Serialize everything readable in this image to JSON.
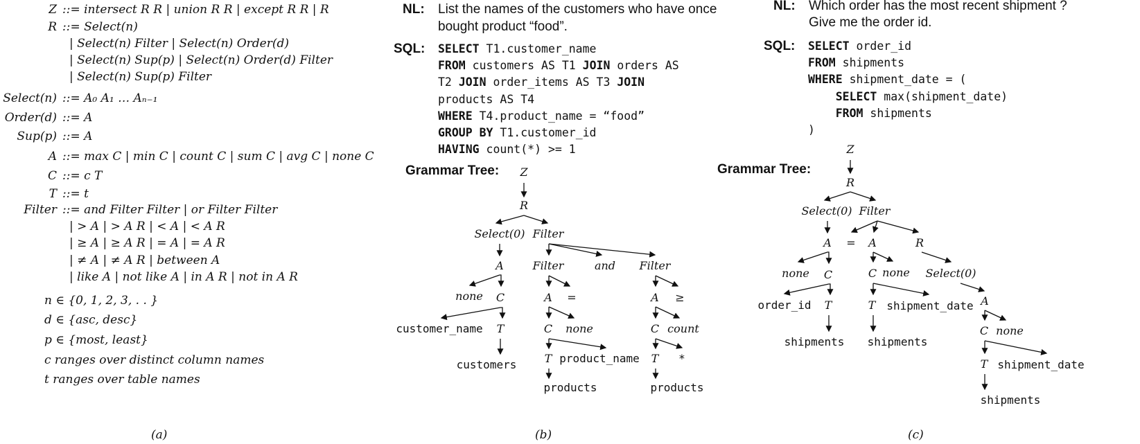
{
  "panel_a": {
    "caption": "(a)",
    "rules": [
      {
        "lhs": "Z",
        "rhs": "::= intersect R R | union R R | except R R | R"
      },
      {
        "lhs": "R",
        "rhs": "::= Select(n)"
      },
      {
        "lhs": "",
        "rhs": "| Select(n) Filter  | Select(n) Order(d)"
      },
      {
        "lhs": "",
        "rhs": "| Select(n) Sup(p) | Select(n) Order(d) Filter"
      },
      {
        "lhs": "",
        "rhs": "| Select(n) Sup(p) Filter"
      },
      {
        "lhs": "Select(n)",
        "rhs": "::= A₀ A₁ … Aₙ₋₁"
      },
      {
        "lhs": "Order(d)",
        "rhs": "::= A"
      },
      {
        "lhs": "Sup(p)",
        "rhs": "::= A"
      },
      {
        "lhs": "A",
        "rhs": "::= max C | min C | count C | sum C | avg C | none C"
      },
      {
        "lhs": "C",
        "rhs": "::= c T"
      },
      {
        "lhs": "T",
        "rhs": "::= t"
      },
      {
        "lhs": "Filter",
        "rhs": "::= and Filter Filter | or Filter Filter"
      },
      {
        "lhs": "",
        "rhs": "| > A  | > A R  | < A  | < A R"
      },
      {
        "lhs": "",
        "rhs": "| ≥ A  | ≥ A R  | = A  | = A R"
      },
      {
        "lhs": "",
        "rhs": "| ≠ A  | ≠ A R  | between A"
      },
      {
        "lhs": "",
        "rhs": "| like A  | not like A | in A R | not in A R"
      }
    ],
    "domains": [
      "n ∈ {0, 1, 2, 3, . . }",
      "d ∈ {asc, desc}",
      "p ∈ {most, least}",
      "c ranges over distinct column names",
      "t ranges over table names"
    ]
  },
  "panel_b": {
    "caption": "(b)",
    "nl_label": "NL:",
    "nl_lines": [
      "List the names of the customers who have once",
      "bought product “food”."
    ],
    "sql_label": "SQL:",
    "sql_lines": [
      [
        {
          "k": "SELECT"
        },
        {
          "t": " T1.customer_name"
        }
      ],
      [
        {
          "k": "FROM"
        },
        {
          "t": " customers AS T1 "
        },
        {
          "k": "JOIN"
        },
        {
          "t": " orders AS"
        }
      ],
      [
        {
          "t": "T2 "
        },
        {
          "k": "JOIN"
        },
        {
          "t": " order_items AS T3 "
        },
        {
          "k": "JOIN"
        }
      ],
      [
        {
          "t": "products AS T4"
        }
      ],
      [
        {
          "k": "WHERE"
        },
        {
          "t": " T4.product_name = “food”"
        }
      ],
      [
        {
          "k": "GROUP BY"
        },
        {
          "t": " T1.customer_id"
        }
      ],
      [
        {
          "k": "HAVING"
        },
        {
          "t": " count(*) >= 1"
        }
      ]
    ],
    "tree_label": "Grammar Tree:",
    "tree": {
      "Z": "Z",
      "R": "R",
      "select": "Select(0)",
      "filter": "Filter",
      "A1": "A",
      "none1": "none",
      "C1": "C",
      "col1": "customer_name",
      "T1": "T",
      "tab1": "customers",
      "filterL": "Filter",
      "and": "and",
      "filterR": "Filter",
      "A2": "A",
      "eq": "=",
      "C2": "C",
      "none2": "none",
      "T2": "T",
      "col2": "product_name",
      "tab2": "products",
      "A3": "A",
      "ge": "≥",
      "C3": "C",
      "count": "count",
      "T3": "T",
      "star": "*",
      "tab3": "products"
    }
  },
  "panel_c": {
    "caption": "(c)",
    "nl_label": "NL:",
    "nl_lines": [
      "Which order has the most recent shipment ?",
      "Give me the order id."
    ],
    "sql_label": "SQL:",
    "sql_lines": [
      [
        {
          "k": "SELECT"
        },
        {
          "t": " order_id"
        }
      ],
      [
        {
          "k": "FROM"
        },
        {
          "t": " shipments"
        }
      ],
      [
        {
          "k": "WHERE"
        },
        {
          "t": " shipment_date = ("
        }
      ],
      [
        {
          "t": "    "
        },
        {
          "k": "SELECT"
        },
        {
          "t": " max(shipment_date)"
        }
      ],
      [
        {
          "t": "    "
        },
        {
          "k": "FROM"
        },
        {
          "t": " shipments"
        }
      ],
      [
        {
          "t": ")"
        }
      ]
    ],
    "tree_label": "Grammar Tree:",
    "tree": {
      "Z": "Z",
      "R": "R",
      "select": "Select(0)",
      "filter": "Filter",
      "A1": "A",
      "eq": "=",
      "A2": "A",
      "R2": "R",
      "none1": "none",
      "C1": "C",
      "col1": "order_id",
      "T1": "T",
      "tab1": "shipments",
      "C2": "C",
      "none2": "none",
      "T2": "T",
      "col2": "shipment_date",
      "tab2": "shipments",
      "select2": "Select(0)",
      "A3": "A",
      "C3": "C",
      "none3": "none",
      "T3": "T",
      "col3": "shipment_date",
      "tab3": "shipments"
    }
  }
}
